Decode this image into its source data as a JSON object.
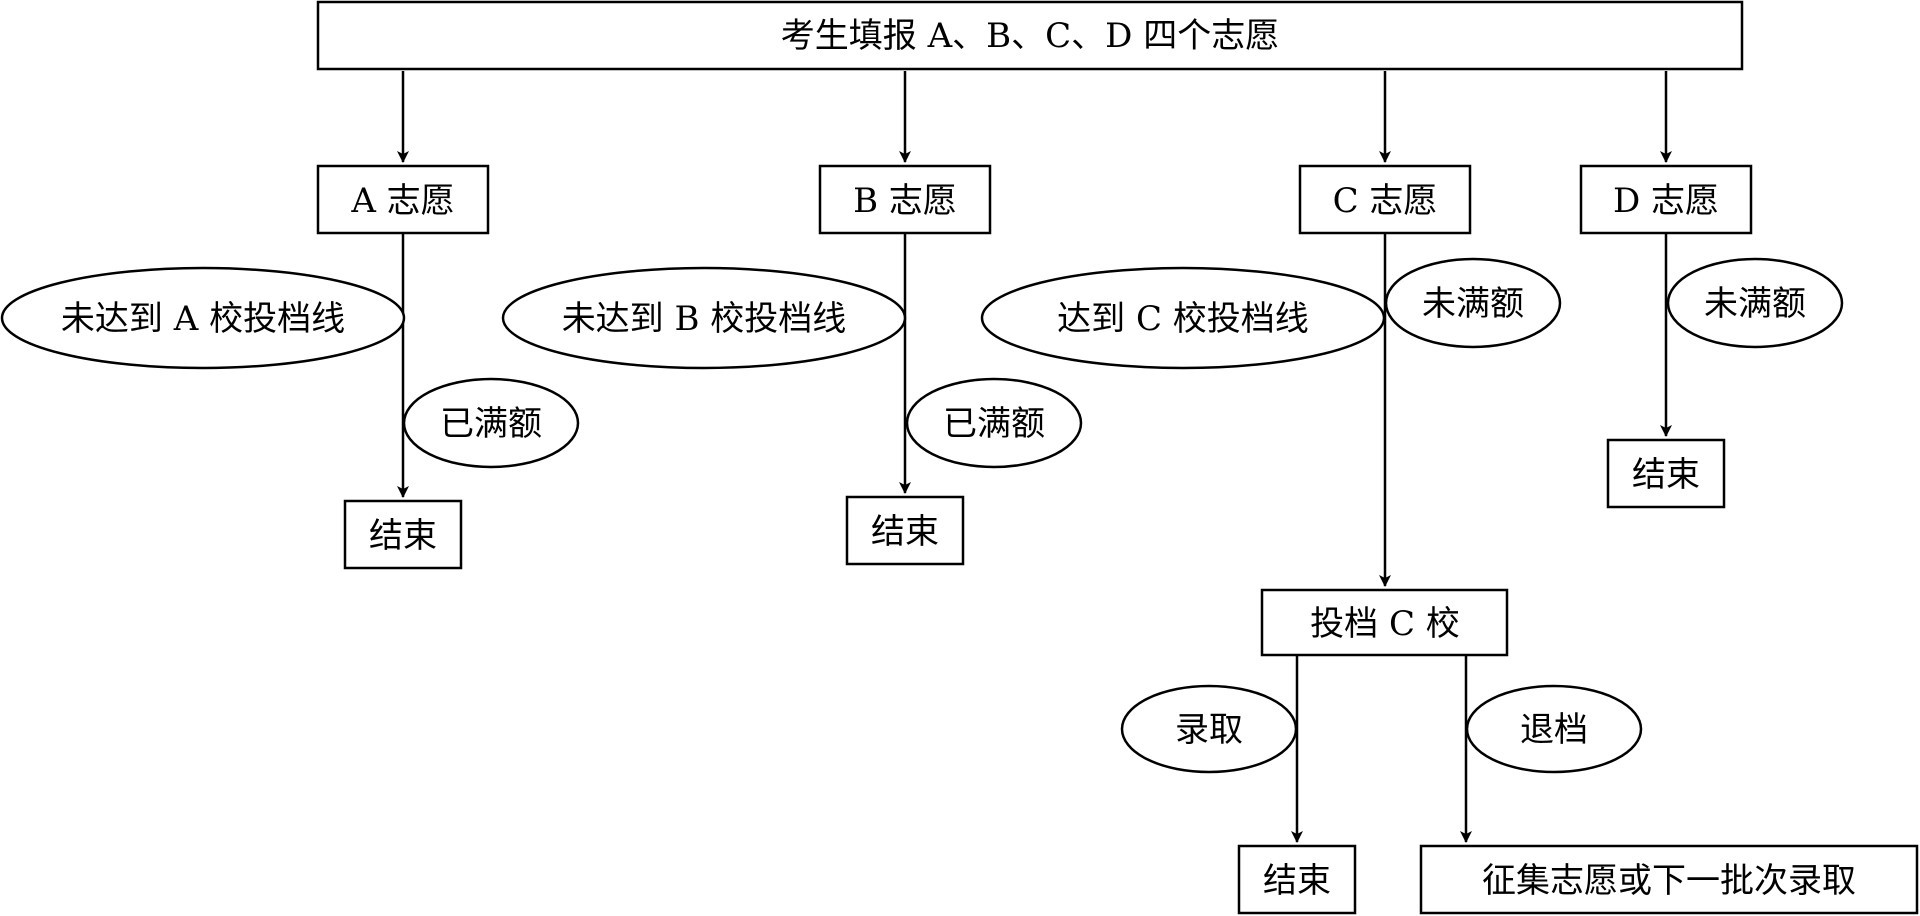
{
  "root": {
    "label": "考生填报 A、B、C、D 四个志愿"
  },
  "branches": [
    {
      "choice": "A 志愿",
      "condition": "未达到 A 校投档线",
      "quota": "已满额",
      "end": "结束"
    },
    {
      "choice": "B 志愿",
      "condition": "未达到 B 校投档线",
      "quota": "已满额",
      "end": "结束"
    },
    {
      "choice": "C 志愿",
      "condition": "达到 C 校投档线",
      "quota": "未满额",
      "file": "投档 C 校",
      "admit": "录取",
      "admit_end": "结束",
      "reject": "退档",
      "reject_end": "征集志愿或下一批次录取"
    },
    {
      "choice": "D 志愿",
      "quota": "未满额",
      "end": "结束"
    }
  ],
  "colors": {
    "stroke": "#000000",
    "fill": "#ffffff"
  }
}
